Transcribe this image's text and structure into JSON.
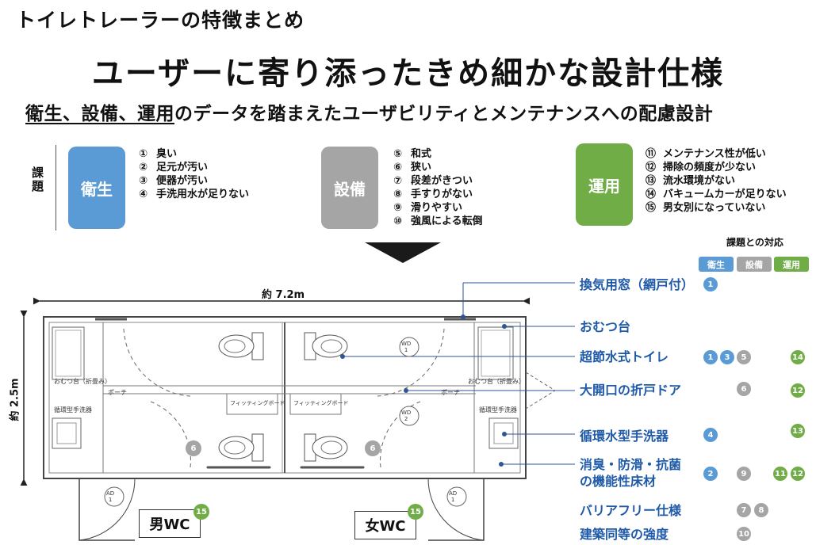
{
  "header": {
    "section_label": "トイレトレーラーの特徴まとめ",
    "main_title": "ユーザーに寄り添ったきめ細かな設計仕様",
    "subtitle_part1": "衛生、設備、運用",
    "subtitle_part2": "のデータを踏まえたユーザビリティとメンテナンスへの配慮設計"
  },
  "issues": {
    "label": "課題",
    "categories": [
      {
        "name": "衛生",
        "color": "#5b9bd5",
        "items": [
          [
            "①",
            "臭い"
          ],
          [
            "②",
            "足元が汚い"
          ],
          [
            "③",
            "便器が汚い"
          ],
          [
            "④",
            "手洗用水が足りない"
          ]
        ]
      },
      {
        "name": "設備",
        "color": "#a5a5a5",
        "items": [
          [
            "⑤",
            "和式"
          ],
          [
            "⑥",
            "狭い"
          ],
          [
            "⑦",
            "段差がきつい"
          ],
          [
            "⑧",
            "手すりがない"
          ],
          [
            "⑨",
            "滑りやすい"
          ],
          [
            "⑩",
            "強風による転倒"
          ]
        ]
      },
      {
        "name": "運用",
        "color": "#70ad47",
        "items": [
          [
            "⑪",
            "メンテナンス性が低い"
          ],
          [
            "⑫",
            "掃除の頻度が少ない"
          ],
          [
            "⑬",
            "流水環境がない"
          ],
          [
            "⑭",
            "バキュームカーが足りない"
          ],
          [
            "⑮",
            "男女別になっていない"
          ]
        ]
      }
    ]
  },
  "legend": {
    "title": "課題との対応",
    "tags": [
      {
        "label": "衛生",
        "color": "#5b9bd5"
      },
      {
        "label": "設備",
        "color": "#a5a5a5"
      },
      {
        "label": "運用",
        "color": "#70ad47"
      }
    ]
  },
  "features": [
    {
      "label": "換気用窓（網戸付）",
      "badges": [
        [
          "1",
          "blue"
        ]
      ]
    },
    {
      "label": "おむつ台",
      "badges": []
    },
    {
      "label": "超節水式トイレ",
      "badges": [
        [
          "1",
          "blue"
        ],
        [
          "3",
          "blue"
        ],
        [
          "5",
          "gray"
        ],
        [
          "14",
          "green"
        ]
      ]
    },
    {
      "label": "大開口の折戸ドア",
      "badges": [
        [
          "6",
          "gray"
        ],
        [
          "12",
          "green"
        ]
      ]
    },
    {
      "label": "循環水型手洗器",
      "badges": [
        [
          "4",
          "blue"
        ],
        [
          "13",
          "green"
        ]
      ]
    },
    {
      "label": "消臭・防滑・抗菌\nの機能性床材",
      "badges": [
        [
          "2",
          "blue"
        ],
        [
          "9",
          "gray"
        ],
        [
          "11",
          "green"
        ],
        [
          "12",
          "green"
        ]
      ]
    },
    {
      "label": "バリアフリー仕様",
      "badges": [
        [
          "7",
          "gray"
        ],
        [
          "8",
          "gray"
        ]
      ]
    },
    {
      "label": "建築同等の強度",
      "badges": [
        [
          "10",
          "gray"
        ]
      ]
    }
  ],
  "plan": {
    "width_label": "約 7.2m",
    "height_label": "約 2.5m",
    "male_label": "男WC",
    "female_label": "女WC",
    "male_badge": "15",
    "female_badge": "15",
    "floor_badge": "6",
    "omutsu_label": "おむつ台（折畳み）",
    "sink_label": "循環型手洗器",
    "board_label": "フィッティングボード",
    "porch_label": "ポーチ",
    "wd1": "WD\n1",
    "wd2": "WD\n2",
    "ad1": "AD\n1"
  },
  "colors": {
    "blue": "#5b9bd5",
    "gray": "#a5a5a5",
    "green": "#70ad47",
    "feature_text": "#1f5aa8",
    "leader": "#2f5597"
  }
}
